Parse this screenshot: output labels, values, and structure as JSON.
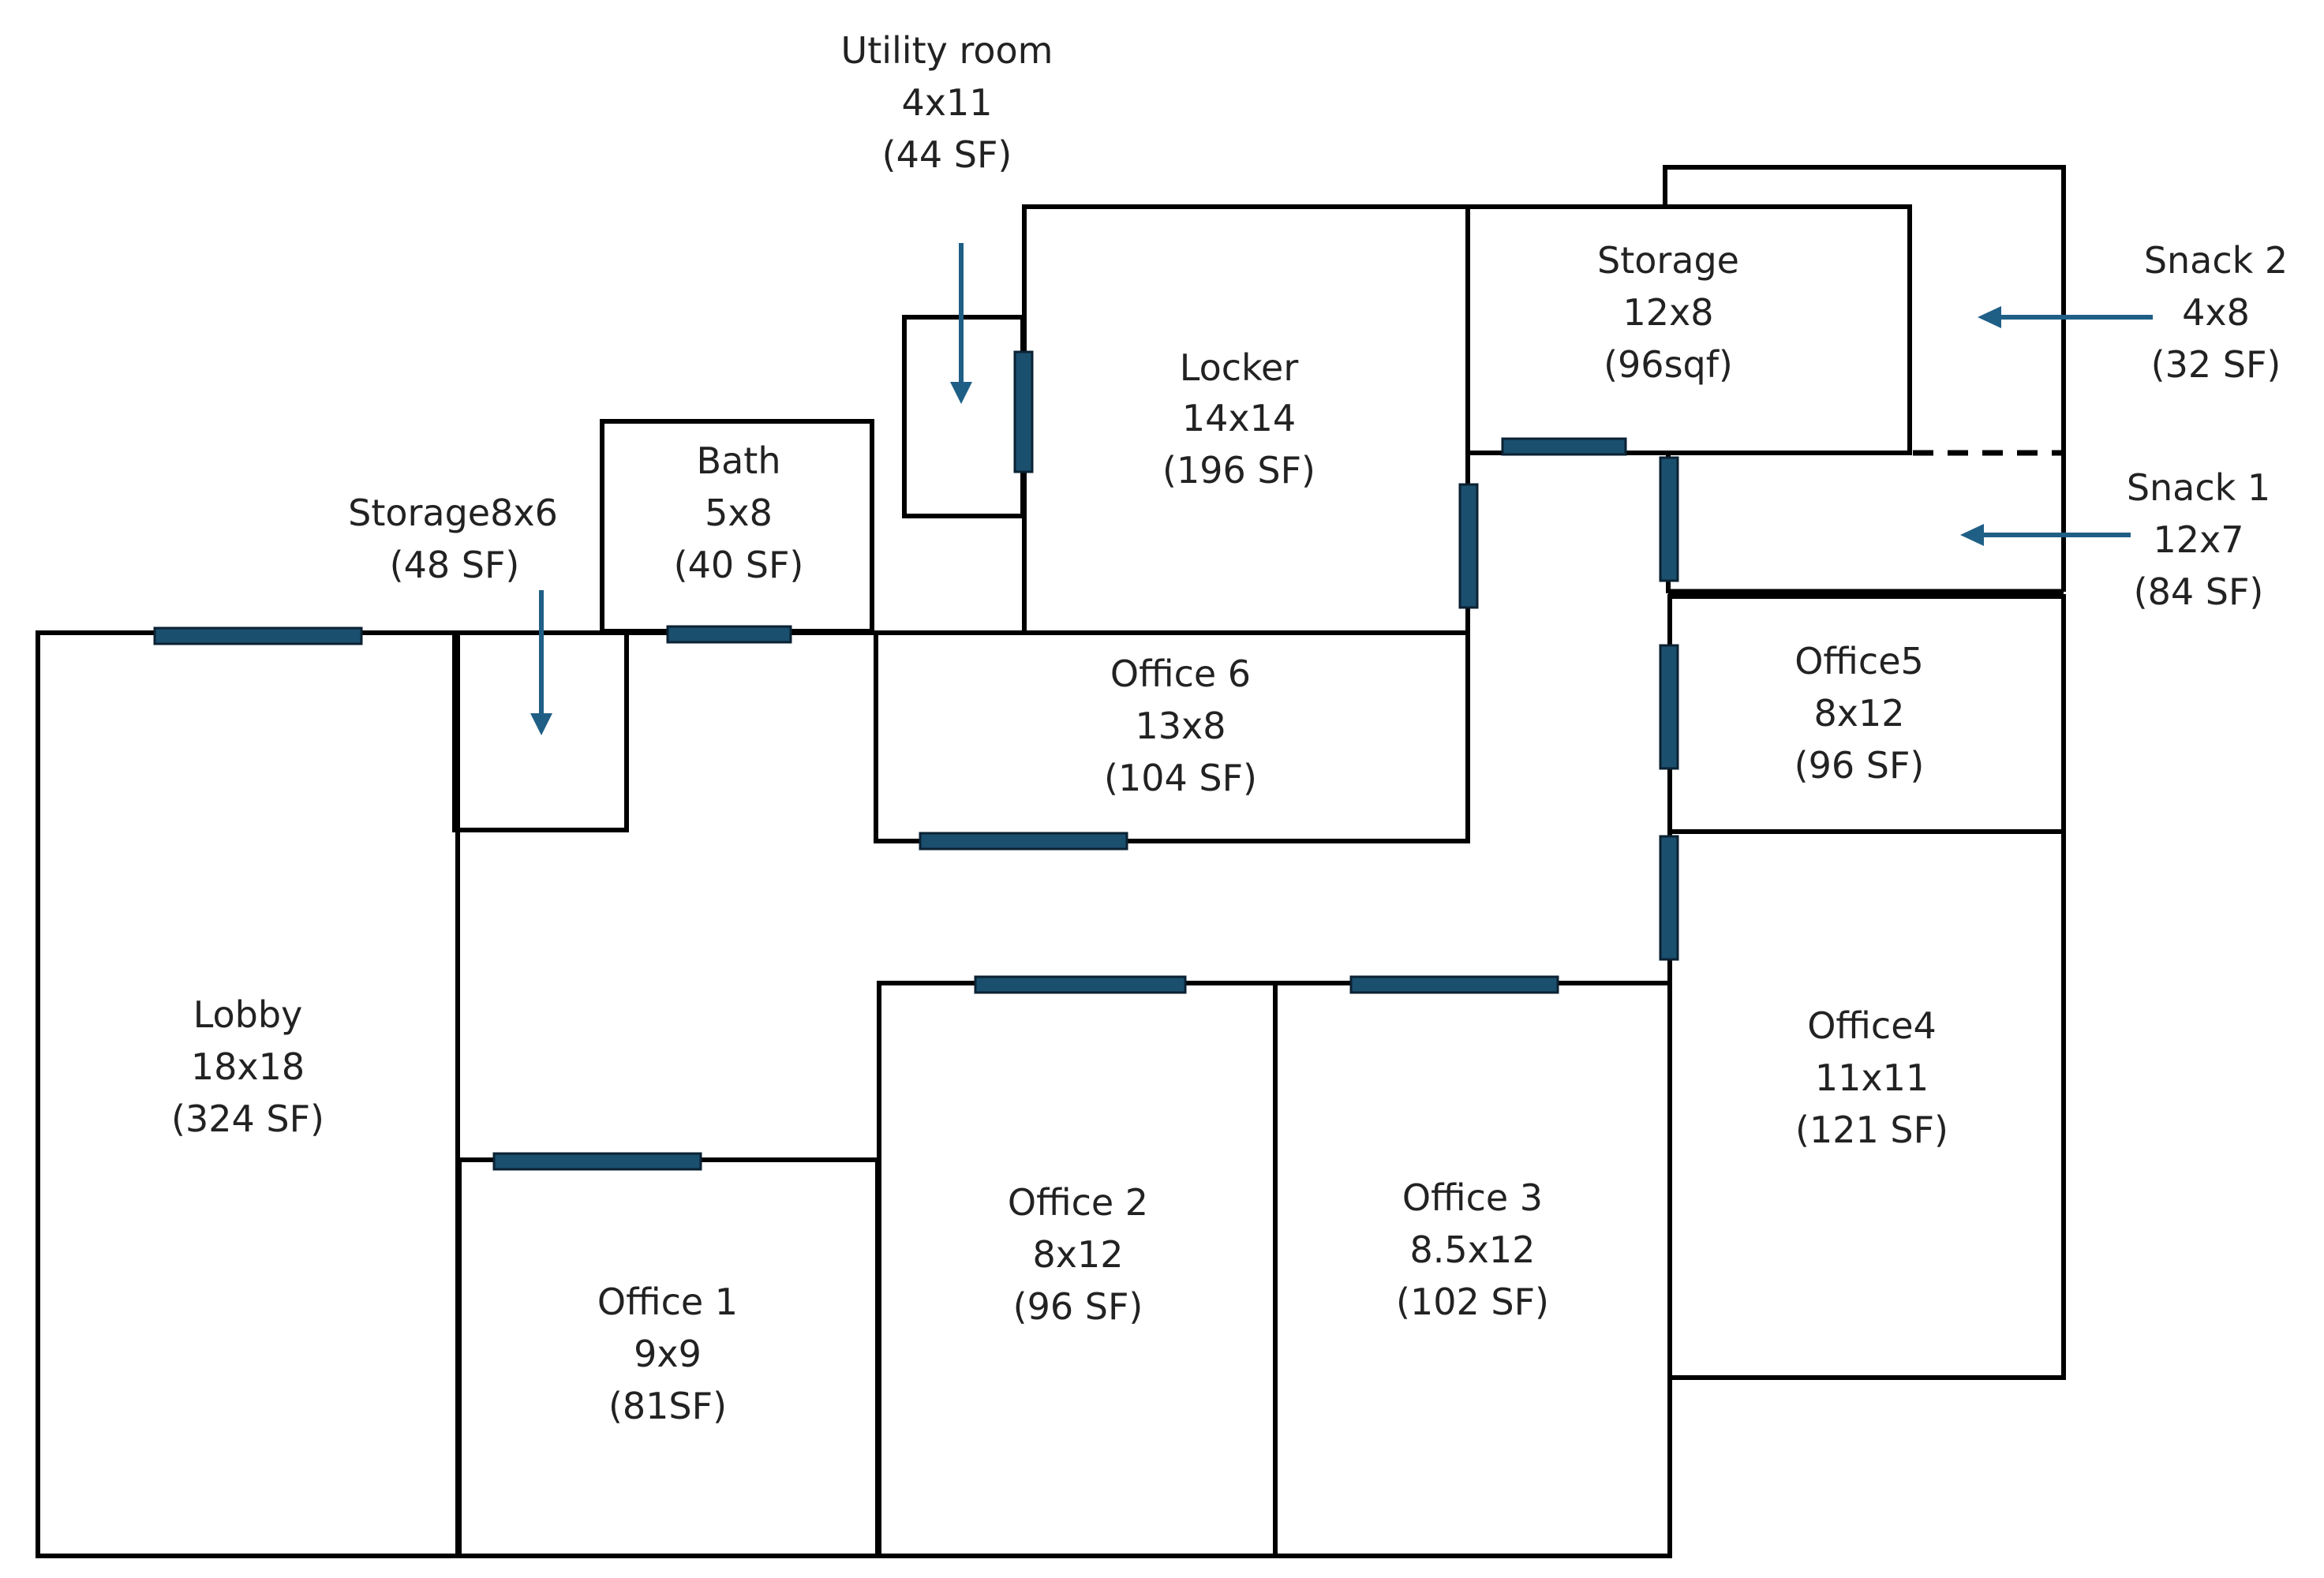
{
  "colors": {
    "wall": "#000000",
    "door": "#1b4f6e",
    "arrow": "#1f5f86",
    "text": "#222222"
  },
  "rooms": {
    "utility": {
      "name": "Utility room",
      "dims": "4x11",
      "area": "(44 SF)"
    },
    "locker": {
      "name": "Locker",
      "dims": "14x14",
      "area": "(196 SF)"
    },
    "storage_top": {
      "name": "Storage",
      "dims": "12x8",
      "area": "(96sqf)"
    },
    "snack2": {
      "name": "Snack 2",
      "dims": "4x8",
      "area": "(32 SF)"
    },
    "snack1": {
      "name": "Snack 1",
      "dims": "12x7",
      "area": "(84 SF)"
    },
    "bath": {
      "name": "Bath",
      "dims": "5x8",
      "area": "(40 SF)"
    },
    "storage_small": {
      "name": "Storage8x6",
      "area": "(48 SF)"
    },
    "office6": {
      "name": "Office 6",
      "dims": "13x8",
      "area": "(104 SF)"
    },
    "office5": {
      "name": "Office5",
      "dims": "8x12",
      "area": "(96 SF)"
    },
    "lobby": {
      "name": "Lobby",
      "dims": "18x18",
      "area": "(324 SF)"
    },
    "office4": {
      "name": "Office4",
      "dims": "11x11",
      "area": "(121 SF)"
    },
    "office2": {
      "name": "Office 2",
      "dims": "8x12",
      "area": "(96 SF)"
    },
    "office3": {
      "name": "Office 3",
      "dims": "8.5x12",
      "area": "(102 SF)"
    },
    "office1": {
      "name": "Office 1",
      "dims": "9x9",
      "area": "(81SF)"
    }
  }
}
